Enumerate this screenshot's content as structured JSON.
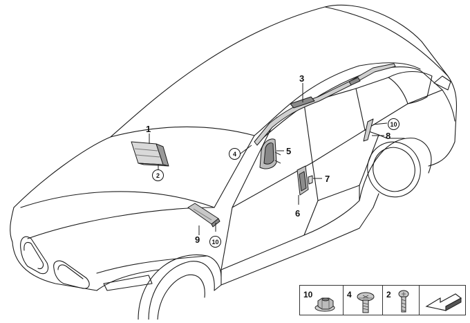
{
  "labels": {
    "p1": "1",
    "p2": "2",
    "p3": "3",
    "p4": "4",
    "p5": "5",
    "p6": "6",
    "p7": "7",
    "p8": "8",
    "p9": "9",
    "p10a": "10",
    "p10b": "10"
  },
  "legend": {
    "nut": "10",
    "screw4": "4",
    "screw2": "2"
  },
  "colors": {
    "line": "#1a1a1a",
    "part_fill": "#d9d9d9",
    "part_dark": "#8a8a8a"
  }
}
